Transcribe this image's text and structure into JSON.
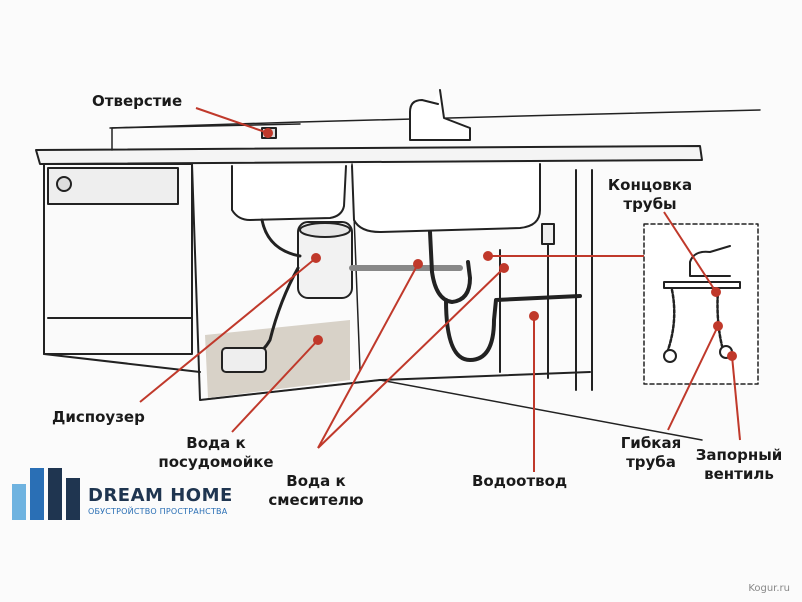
{
  "labels": {
    "opening": "Отверстие",
    "pipe_end": "Концовка\nтрубы",
    "disposer": "Диспоузер",
    "water_dishwasher": "Вода к\nпосудомойке",
    "water_mixer": "Вода к\nсмесителю",
    "drain": "Водоотвод",
    "flex_pipe": "Гибкая\nтруба",
    "shutoff_valve": "Запорный\nвентиль"
  },
  "logo": {
    "brand": "DREAM HOME",
    "tagline": "ОБУСТРОЙСТВО ПРОСТРАНСТВА"
  },
  "watermark": "Kogur.ru",
  "colors": {
    "leader": "#c0392b",
    "ink": "#222222",
    "logo_dark": "#1f3550",
    "logo_blue": "#2a6fb5",
    "logo_light": "#6fb3e0"
  }
}
